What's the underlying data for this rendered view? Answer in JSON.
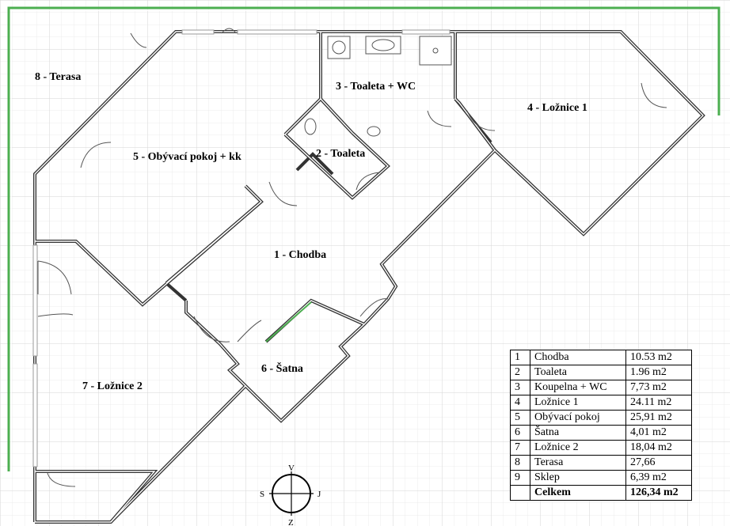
{
  "rooms": {
    "chodba": "1 - Chodba",
    "toaleta": "2 - Toaleta",
    "koupelna": "3 - Toaleta + WC",
    "loznice1": "4 - Ložnice 1",
    "obyvaci": "5 - Obývací pokoj + kk",
    "satna": "6 - Šatna",
    "loznice2": "7 - Ložnice 2",
    "terasa": "8 - Terasa"
  },
  "compass": {
    "north": "V",
    "south": "Z",
    "west": "S",
    "east": "J"
  },
  "table": {
    "rows": [
      {
        "num": "1",
        "name": "Chodba",
        "area": "10.53 m2"
      },
      {
        "num": "2",
        "name": "Toaleta",
        "area": "1.96 m2"
      },
      {
        "num": "3",
        "name": "Koupelna + WC",
        "area": "7,73 m2"
      },
      {
        "num": "4",
        "name": "Ložnice 1",
        "area": "24.11 m2"
      },
      {
        "num": "5",
        "name": "Obývací pokoj",
        "area": "25,91 m2"
      },
      {
        "num": "6",
        "name": "Šatna",
        "area": "4,01 m2"
      },
      {
        "num": "7",
        "name": "Ložnice 2",
        "area": "18,04 m2"
      },
      {
        "num": "8",
        "name": "Terasa",
        "area": "27,66"
      },
      {
        "num": "9",
        "name": "Sklep",
        "area": "6,39 m2"
      }
    ],
    "total": {
      "num": "",
      "name": "Celkem",
      "area": "126,34 m2"
    }
  },
  "colors": {
    "wall": "#333333",
    "grid": "#e3e3e3",
    "terrace": "#4caf50",
    "window": "#9a9a9a"
  }
}
